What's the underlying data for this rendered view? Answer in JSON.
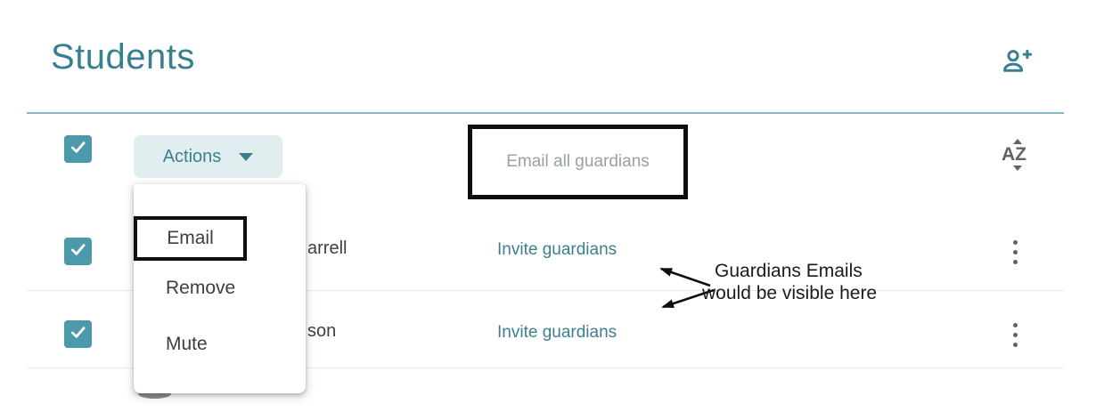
{
  "header": {
    "title": "Students",
    "add_student_icon": "person-add"
  },
  "toolbar": {
    "select_all_checked": true,
    "actions_label": "Actions",
    "email_all_guardians_placeholder": "Email all guardians",
    "sort_label": "AZ"
  },
  "actions_menu": {
    "items": [
      {
        "label": "Email",
        "annotated": true
      },
      {
        "label": "Remove",
        "annotated": false
      },
      {
        "label": "Mute",
        "annotated": false
      }
    ]
  },
  "students": [
    {
      "checked": true,
      "name_fragment": "arrell",
      "guardian_action": "Invite guardians",
      "menu_icon": "kebab-menu"
    },
    {
      "checked": true,
      "name_fragment": "son",
      "guardian_action": "Invite guardians",
      "menu_icon": "kebab-menu"
    }
  ],
  "annotation": {
    "line1": "Guardians Emails",
    "line2": "would be visible here"
  },
  "colors": {
    "teal_heading": "#38808f",
    "teal_link": "#3d7f8c",
    "actions_button_bg": "#e0eef0",
    "checkbox_teal": "#4a9aaa",
    "header_divider_teal": "#85b6c1",
    "row_divider_gray": "#e8eaed",
    "text_dark": "#3c4043",
    "placeholder_gray": "#9aa0a6",
    "icon_gray": "#5f6368",
    "annotation_black": "#0e0e0e"
  }
}
